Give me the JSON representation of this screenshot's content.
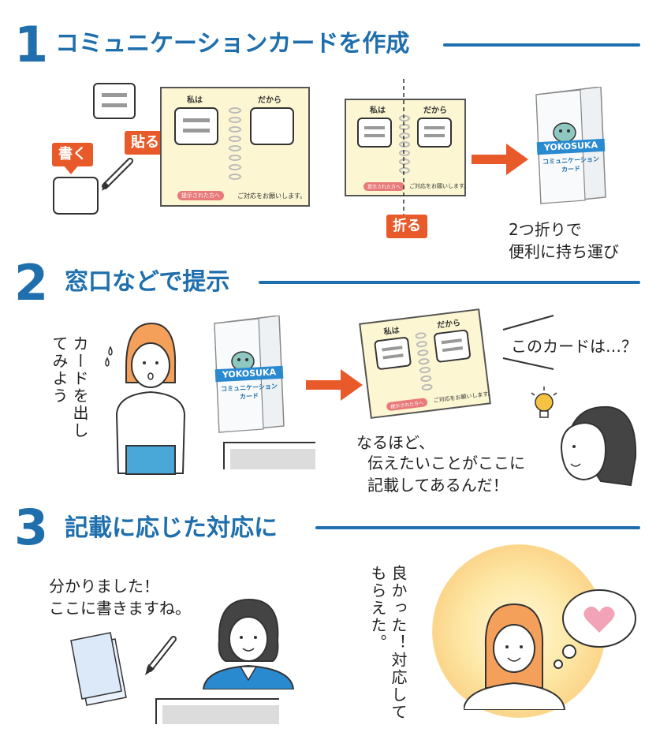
{
  "steps": [
    {
      "num": "1",
      "title": "コミュニケーションカードを作成"
    },
    {
      "num": "2",
      "title": "窓口などで提示"
    },
    {
      "num": "3",
      "title": "記載に応じた対応に"
    }
  ],
  "step1": {
    "write_tag": "書く",
    "paste_tag": "貼る",
    "fold_tag": "折る",
    "card_label_left": "私は",
    "card_label_right": "だから",
    "card_footer_badge": "提示された方へ",
    "card_footer_text": "ご対応をお願いします。",
    "cover_brand": "YOKOSUKA",
    "cover_title_line1": "コミュニケーション",
    "cover_title_line2": "カード",
    "caption_line1": "2つ折りで",
    "caption_line2": "便利に持ち運び"
  },
  "step2": {
    "vertical_text": "カードを出してみよう",
    "speech_line": "このカードは…？",
    "reply_line1": "なるほど、",
    "reply_line2": "伝えたいことがここに",
    "reply_line3": "記載してあるんだ！"
  },
  "step3": {
    "staff_line1": "分かりました！",
    "staff_line2": "ここに書きますね。",
    "vertical_text": "良かった！対応してもらえた。"
  },
  "colors": {
    "heading_blue": "#1f6fad",
    "accent_orange": "#e85a2a",
    "card_yellow": "#fdf6d2"
  }
}
